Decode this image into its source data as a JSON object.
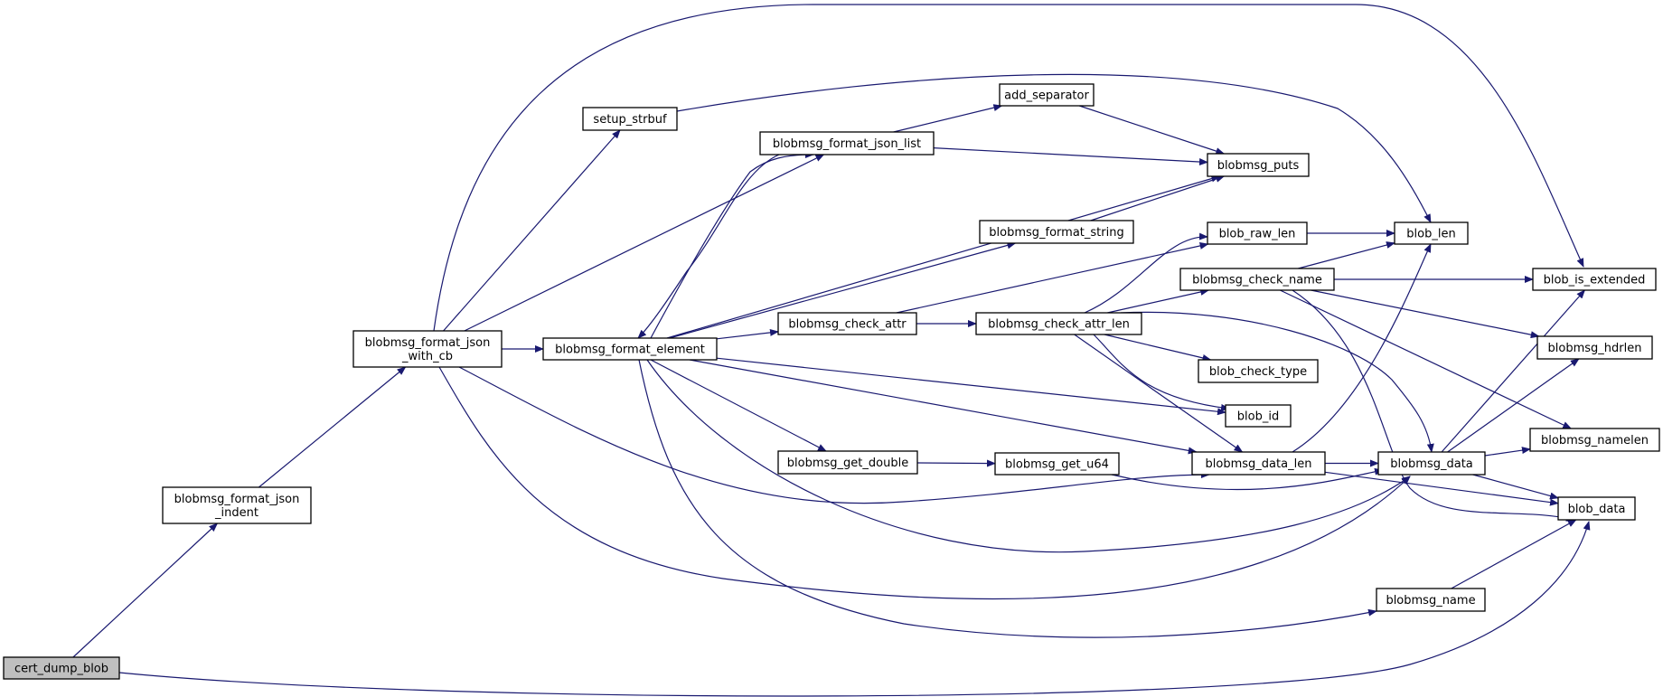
{
  "diagram": {
    "colors": {
      "edge": "#191970",
      "node_fill": "#ffffff",
      "root_fill": "#bfbfbf",
      "border": "#000000"
    },
    "nodes": [
      {
        "id": "cert_dump_blob",
        "lines": [
          "cert_dump_blob"
        ],
        "root": true
      },
      {
        "id": "blobmsg_format_json_indent",
        "lines": [
          "blobmsg_format_json",
          "_indent"
        ]
      },
      {
        "id": "blobmsg_format_json_with_cb",
        "lines": [
          "blobmsg_format_json",
          "_with_cb"
        ]
      },
      {
        "id": "setup_strbuf",
        "lines": [
          "setup_strbuf"
        ]
      },
      {
        "id": "blobmsg_format_element",
        "lines": [
          "blobmsg_format_element"
        ]
      },
      {
        "id": "blobmsg_format_json_list",
        "lines": [
          "blobmsg_format_json_list"
        ]
      },
      {
        "id": "add_separator",
        "lines": [
          "add_separator"
        ]
      },
      {
        "id": "blobmsg_puts",
        "lines": [
          "blobmsg_puts"
        ]
      },
      {
        "id": "blobmsg_format_string",
        "lines": [
          "blobmsg_format_string"
        ]
      },
      {
        "id": "blobmsg_check_attr",
        "lines": [
          "blobmsg_check_attr"
        ]
      },
      {
        "id": "blobmsg_check_attr_len",
        "lines": [
          "blobmsg_check_attr_len"
        ]
      },
      {
        "id": "blob_raw_len",
        "lines": [
          "blob_raw_len"
        ]
      },
      {
        "id": "blobmsg_check_name",
        "lines": [
          "blobmsg_check_name"
        ]
      },
      {
        "id": "blob_check_type",
        "lines": [
          "blob_check_type"
        ]
      },
      {
        "id": "blob_id",
        "lines": [
          "blob_id"
        ]
      },
      {
        "id": "blobmsg_get_double",
        "lines": [
          "blobmsg_get_double"
        ]
      },
      {
        "id": "blobmsg_get_u64",
        "lines": [
          "blobmsg_get_u64"
        ]
      },
      {
        "id": "blobmsg_data_len",
        "lines": [
          "blobmsg_data_len"
        ]
      },
      {
        "id": "blobmsg_data",
        "lines": [
          "blobmsg_data"
        ]
      },
      {
        "id": "blobmsg_name",
        "lines": [
          "blobmsg_name"
        ]
      },
      {
        "id": "blob_len",
        "lines": [
          "blob_len"
        ]
      },
      {
        "id": "blob_is_extended",
        "lines": [
          "blob_is_extended"
        ]
      },
      {
        "id": "blobmsg_hdrlen",
        "lines": [
          "blobmsg_hdrlen"
        ]
      },
      {
        "id": "blobmsg_namelen",
        "lines": [
          "blobmsg_namelen"
        ]
      },
      {
        "id": "blob_data",
        "lines": [
          "blob_data"
        ]
      }
    ],
    "edges": [
      [
        "cert_dump_blob",
        "blobmsg_format_json_indent"
      ],
      [
        "cert_dump_blob",
        "blob_data"
      ],
      [
        "blobmsg_format_json_indent",
        "blobmsg_format_json_with_cb"
      ],
      [
        "blobmsg_format_json_with_cb",
        "setup_strbuf"
      ],
      [
        "blobmsg_format_json_with_cb",
        "blobmsg_format_json_list"
      ],
      [
        "blobmsg_format_json_with_cb",
        "blobmsg_format_element"
      ],
      [
        "blobmsg_format_json_with_cb",
        "blob_is_extended"
      ],
      [
        "blobmsg_format_json_with_cb",
        "blobmsg_data_len"
      ],
      [
        "blobmsg_format_json_with_cb",
        "blobmsg_data"
      ],
      [
        "setup_strbuf",
        "blob_len"
      ],
      [
        "blobmsg_format_json_list",
        "add_separator"
      ],
      [
        "blobmsg_format_json_list",
        "blobmsg_puts"
      ],
      [
        "blobmsg_format_json_list",
        "blobmsg_format_element"
      ],
      [
        "blobmsg_format_element",
        "blobmsg_format_json_list"
      ],
      [
        "blobmsg_format_element",
        "blobmsg_puts"
      ],
      [
        "blobmsg_format_element",
        "blobmsg_format_string"
      ],
      [
        "blobmsg_format_element",
        "blobmsg_check_attr"
      ],
      [
        "blobmsg_format_element",
        "blob_id"
      ],
      [
        "blobmsg_format_element",
        "blobmsg_data_len"
      ],
      [
        "blobmsg_format_element",
        "blobmsg_get_double"
      ],
      [
        "blobmsg_format_element",
        "blobmsg_data"
      ],
      [
        "blobmsg_format_element",
        "blobmsg_name"
      ],
      [
        "add_separator",
        "blobmsg_puts"
      ],
      [
        "blobmsg_format_string",
        "blobmsg_puts"
      ],
      [
        "blobmsg_check_attr",
        "blob_raw_len"
      ],
      [
        "blobmsg_check_attr",
        "blobmsg_check_attr_len"
      ],
      [
        "blobmsg_check_attr_len",
        "blob_raw_len"
      ],
      [
        "blobmsg_check_attr_len",
        "blobmsg_check_name"
      ],
      [
        "blobmsg_check_attr_len",
        "blob_check_type"
      ],
      [
        "blobmsg_check_attr_len",
        "blob_id"
      ],
      [
        "blobmsg_check_attr_len",
        "blobmsg_data_len"
      ],
      [
        "blobmsg_check_attr_len",
        "blobmsg_data"
      ],
      [
        "blob_raw_len",
        "blob_len"
      ],
      [
        "blobmsg_check_name",
        "blob_len"
      ],
      [
        "blobmsg_check_name",
        "blob_is_extended"
      ],
      [
        "blobmsg_check_name",
        "blobmsg_hdrlen"
      ],
      [
        "blobmsg_check_name",
        "blobmsg_namelen"
      ],
      [
        "blobmsg_check_name",
        "blob_data"
      ],
      [
        "blobmsg_get_double",
        "blobmsg_get_u64"
      ],
      [
        "blobmsg_get_u64",
        "blobmsg_data"
      ],
      [
        "blobmsg_data_len",
        "blob_len"
      ],
      [
        "blobmsg_data_len",
        "blobmsg_data"
      ],
      [
        "blobmsg_data_len",
        "blob_data"
      ],
      [
        "blobmsg_data",
        "blob_is_extended"
      ],
      [
        "blobmsg_data",
        "blobmsg_hdrlen"
      ],
      [
        "blobmsg_data",
        "blobmsg_namelen"
      ],
      [
        "blobmsg_data",
        "blob_data"
      ],
      [
        "blobmsg_name",
        "blob_data"
      ]
    ]
  }
}
